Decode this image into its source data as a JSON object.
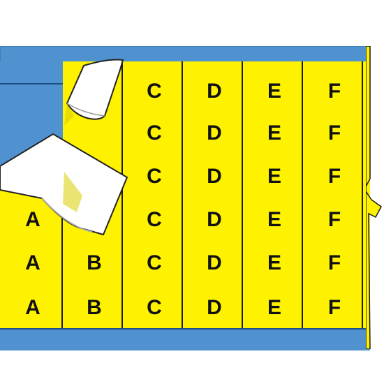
{
  "columns": [
    {
      "letter": "A",
      "rows": 3
    },
    {
      "letter": "B",
      "rows": 4
    },
    {
      "letter": "C",
      "rows": 6
    },
    {
      "letter": "D",
      "rows": 6
    },
    {
      "letter": "E",
      "rows": 6
    },
    {
      "letter": "F",
      "rows": 6
    }
  ],
  "colors": {
    "label": "#fff200",
    "backing": "#4f92cf",
    "divider": "#1a1a1a",
    "peeled_label": "#ffffff"
  }
}
